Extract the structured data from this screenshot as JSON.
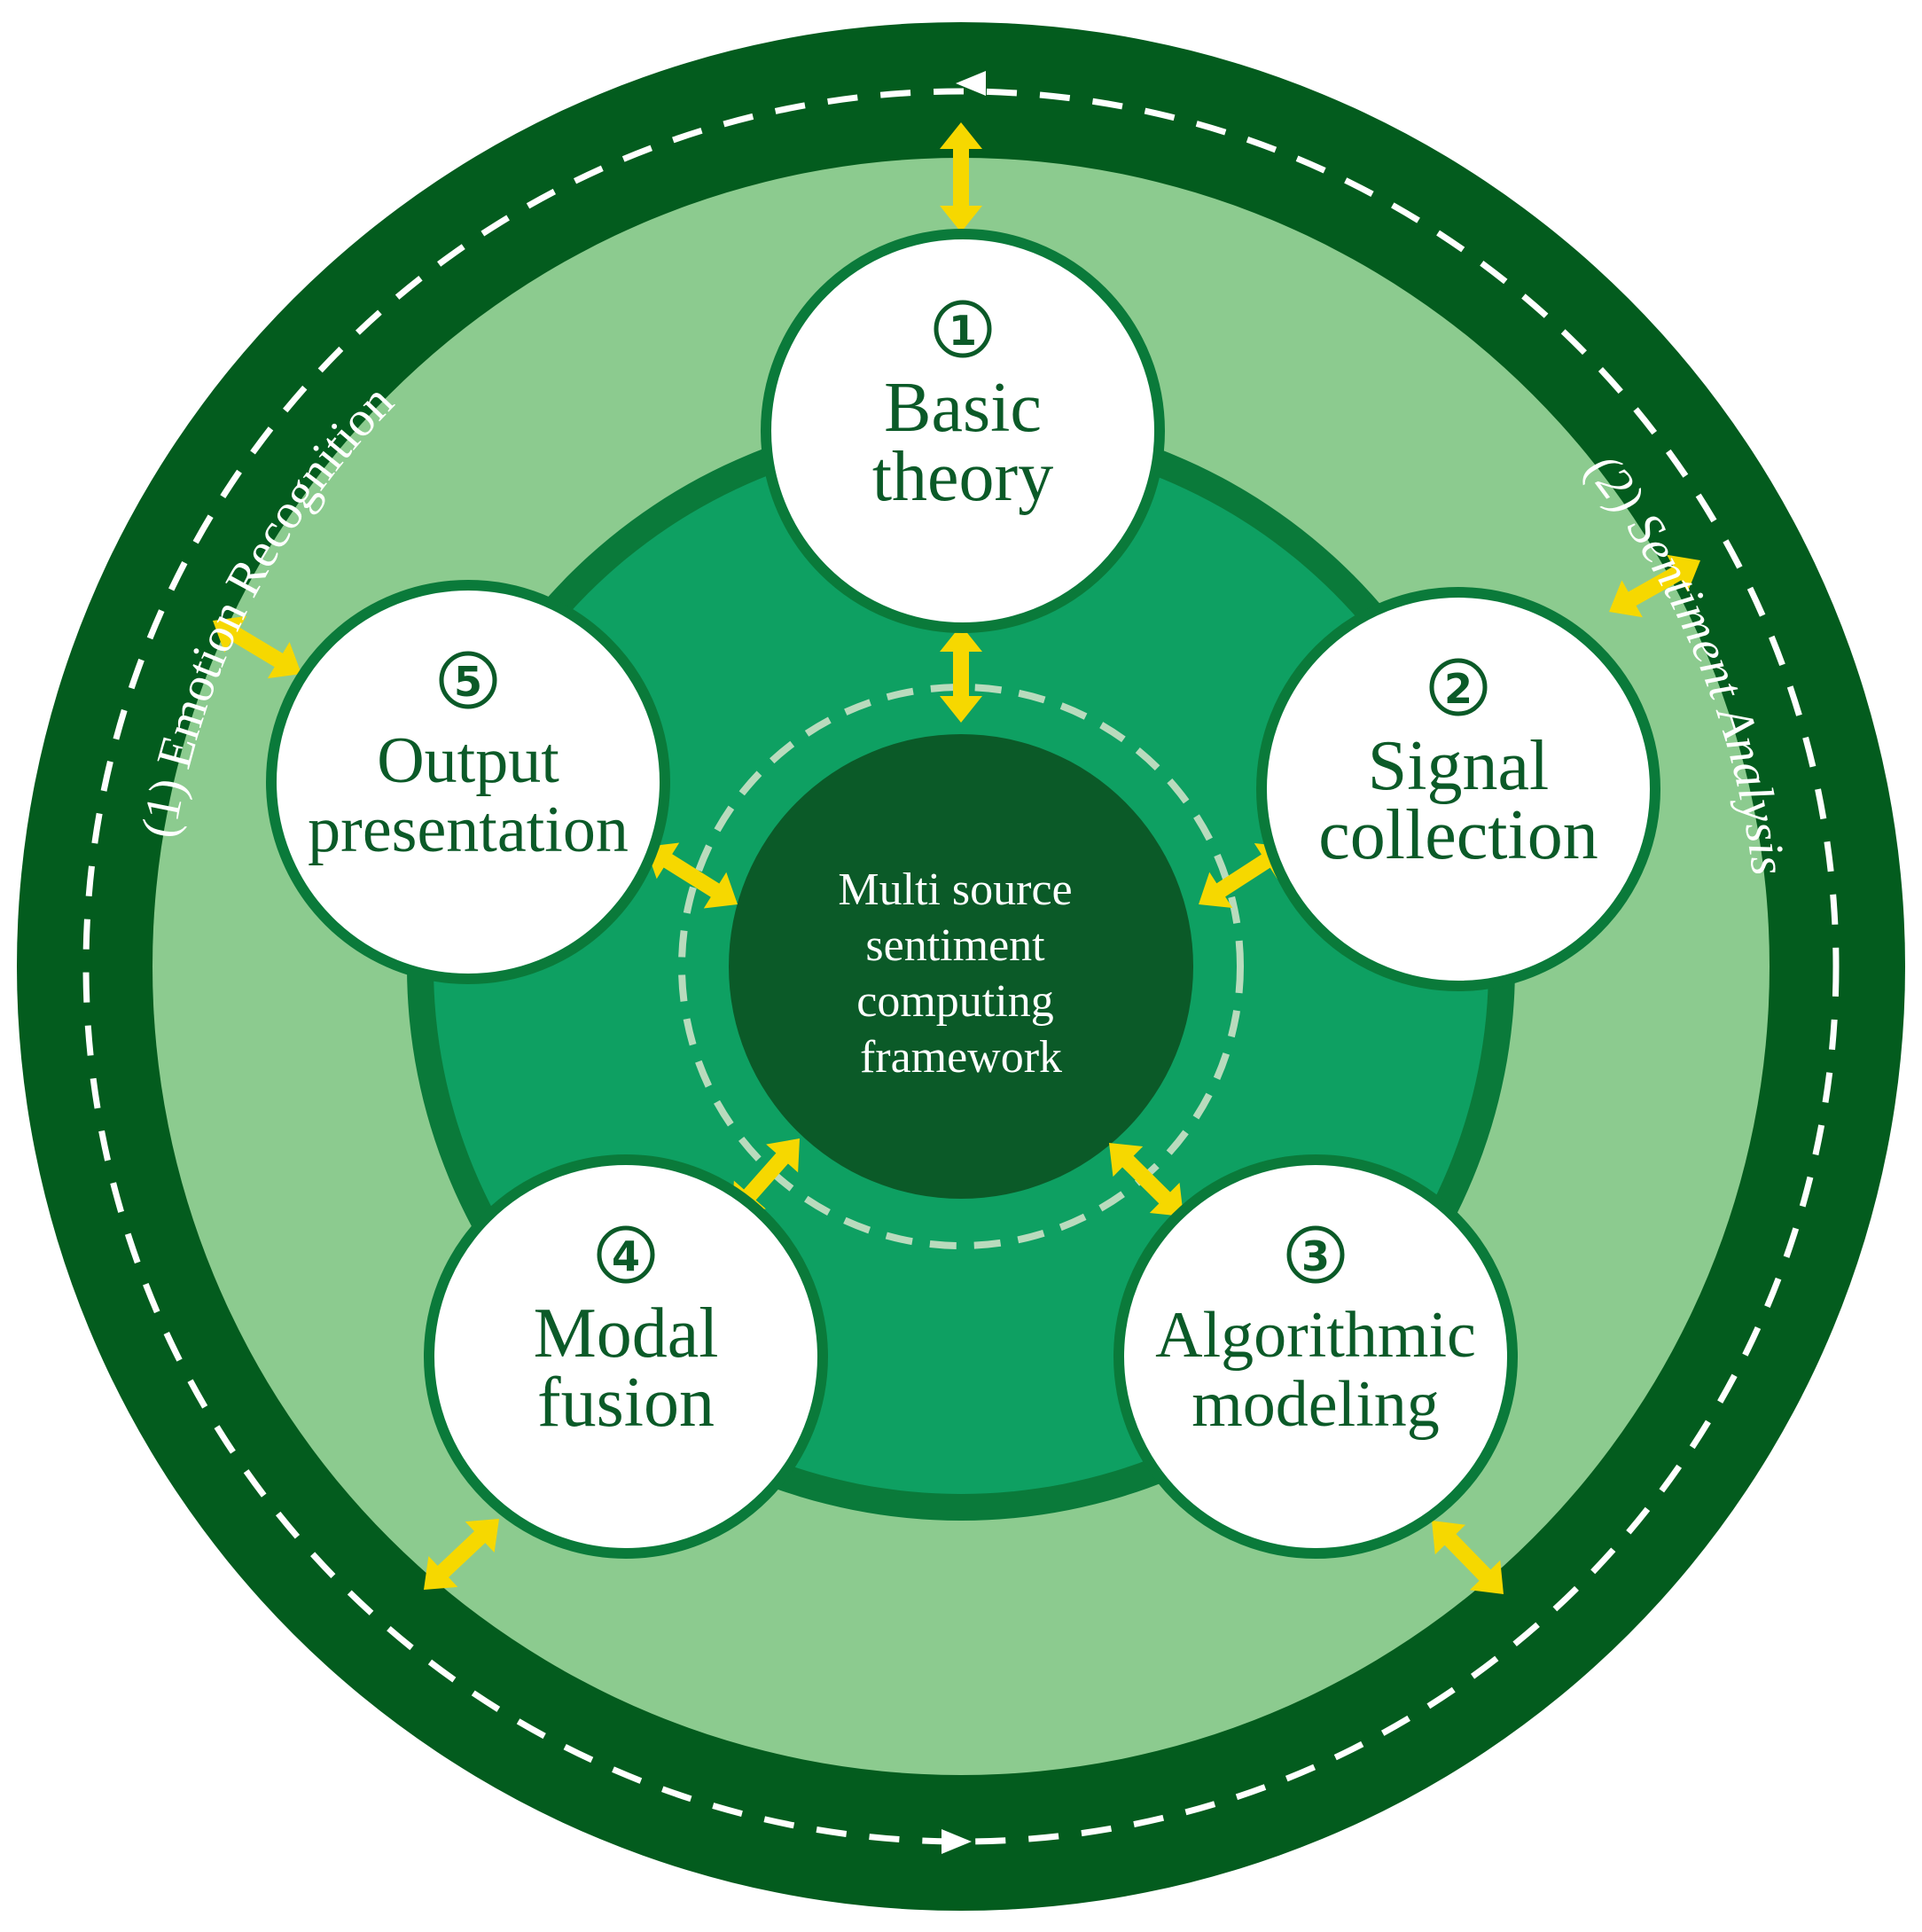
{
  "colors": {
    "outer_ring": "#035c1e",
    "light_band": "#8ccb8f",
    "mid_ring": "#0a7a3a",
    "inner_disc": "#0ea062",
    "core": "#0b5a28",
    "arrow": "#f6d800",
    "node_fill": "#ffffff",
    "node_stroke": "#0a7a3a",
    "node_text": "#0b5a28",
    "core_text": "#ffffff",
    "path_dash": "#ffffff",
    "inner_dash": "#b9dbbd"
  },
  "center": {
    "lines": [
      "Multi source",
      "sentiment",
      "computing",
      "framework"
    ]
  },
  "nodes": [
    {
      "number": "①",
      "lines": [
        "Basic",
        "theory"
      ]
    },
    {
      "number": "②",
      "lines": [
        "Signal",
        "collection"
      ]
    },
    {
      "number": "③",
      "lines": [
        "Algorithmic",
        "modeling"
      ]
    },
    {
      "number": "④",
      "lines": [
        "Modal",
        "fusion"
      ]
    },
    {
      "number": "⑤",
      "lines": [
        "Output",
        "presentation"
      ]
    }
  ],
  "ring_labels": {
    "left": "(1) Emotion Recognition",
    "right": "(2) Sentiment Analysis"
  },
  "icons": {
    "arrow": "double-headed-arrow-icon",
    "path_arrow": "dashed-arrowhead-icon"
  }
}
